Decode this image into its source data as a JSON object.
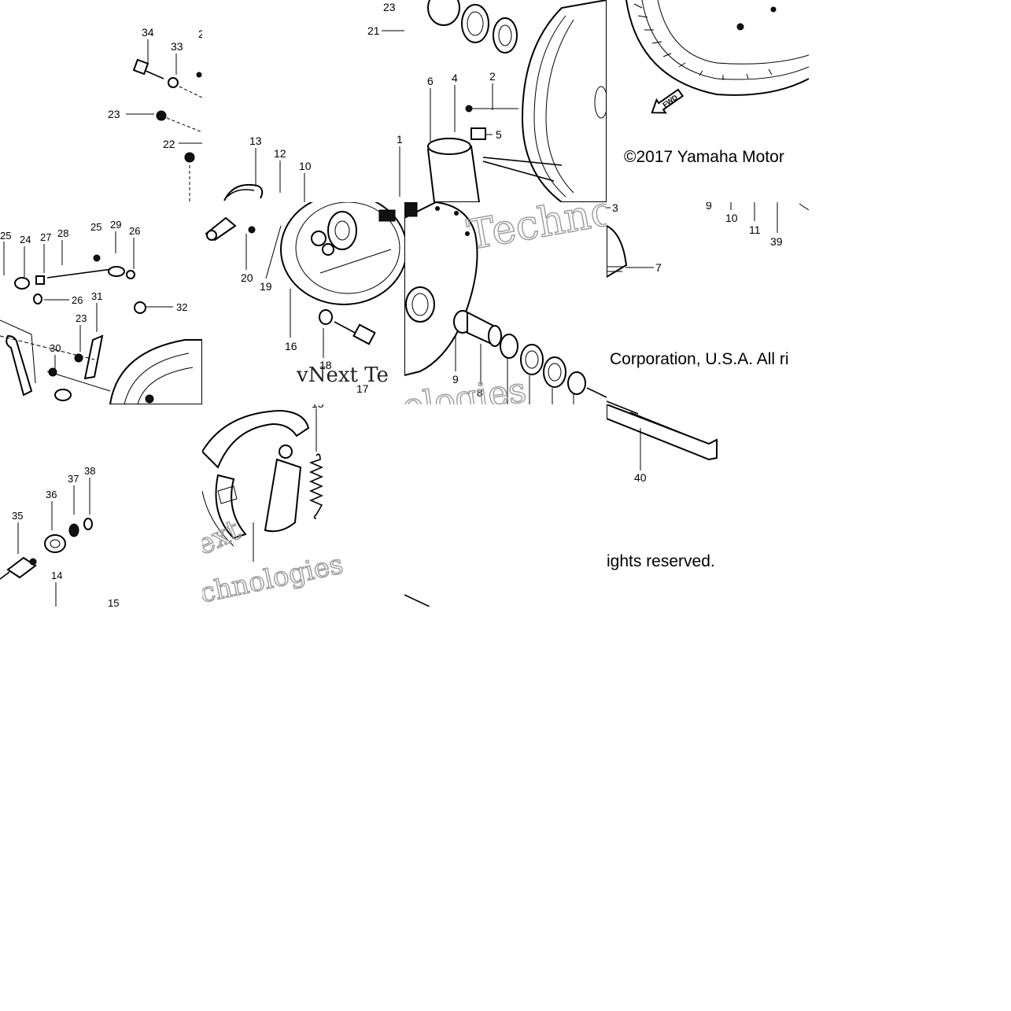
{
  "diagram": {
    "copyright_line1": "©2017 Yamaha Motor",
    "copyright_line2": "Corporation, U.S.A. All ri",
    "copyright_line3": "ights reserved.",
    "watermark_a": "vNext Te",
    "watermark_b": "Techno",
    "watermark_c": "ologies",
    "watermark_d": "ext",
    "watermark_e": "chnologies",
    "fwd_label": "FWD",
    "callouts": {
      "c1": "1",
      "c2": "2",
      "c3": "3",
      "c4": "4",
      "c5": "5",
      "c6": "6",
      "c7": "7",
      "c8": "8",
      "c9": "9",
      "c10": "10",
      "c11": "11",
      "c12": "12",
      "c13": "13",
      "c14": "14",
      "c15": "15",
      "c16": "16",
      "c17": "17",
      "c18": "18",
      "c19": "19",
      "c20": "20",
      "c21": "21",
      "c22": "22",
      "c23": "23",
      "c24": "24",
      "c25": "25",
      "c26": "26",
      "c27": "27",
      "c28": "28",
      "c29": "29",
      "c30": "30",
      "c31": "31",
      "c32": "32",
      "c33": "33",
      "c34": "34",
      "c35": "35",
      "c36": "36",
      "c37": "37",
      "c38": "38",
      "c39": "39",
      "c40": "40"
    }
  }
}
